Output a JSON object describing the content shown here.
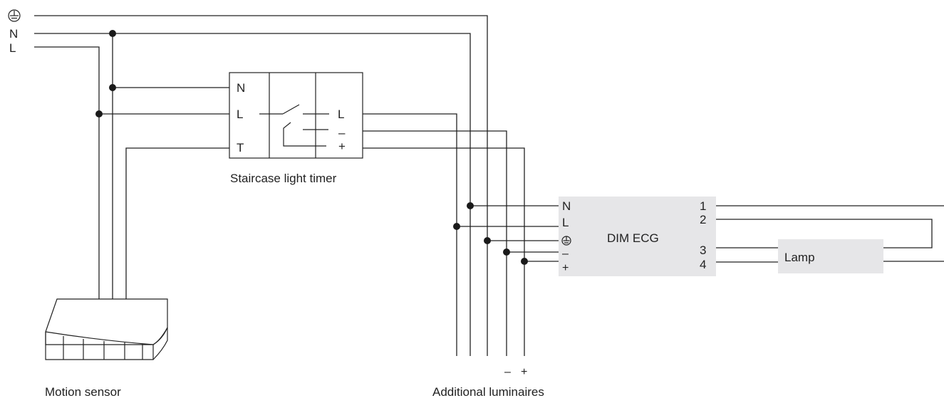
{
  "supply": {
    "earth_symbol": "earth-symbol",
    "n_label": "N",
    "l_label": "L"
  },
  "timer": {
    "n_terminal": "N",
    "l_terminal": "L",
    "t_terminal": "T",
    "out_l": "L",
    "out_minus": "–",
    "out_plus": "+",
    "caption": "Staircase light timer"
  },
  "ecg": {
    "name": "DIM ECG",
    "in_n": "N",
    "in_l": "L",
    "in_minus": "–",
    "in_plus": "+",
    "out_1": "1",
    "out_2": "2",
    "out_3": "3",
    "out_4": "4"
  },
  "lamp": {
    "label": "Lamp"
  },
  "additional": {
    "minus": "–",
    "plus": "+",
    "caption": "Additional luminaires"
  },
  "sensor": {
    "caption": "Motion sensor"
  },
  "colors": {
    "wire": "#222222",
    "ecg_fill": "#e6e6e8",
    "lamp_fill": "#e6e6e8"
  }
}
